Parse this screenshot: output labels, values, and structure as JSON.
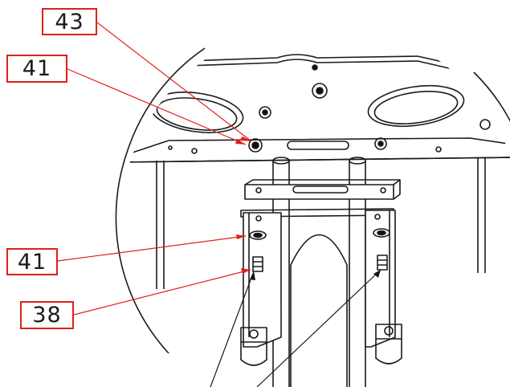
{
  "callouts": [
    {
      "id": "c43",
      "label": "43"
    },
    {
      "id": "c41top",
      "label": "41"
    },
    {
      "id": "c41bot",
      "label": "41"
    },
    {
      "id": "c38",
      "label": "38"
    }
  ],
  "colors": {
    "leader": "#e0201b",
    "outline": "#1a1a1a",
    "hole": "#111111",
    "background": "#ffffff"
  }
}
